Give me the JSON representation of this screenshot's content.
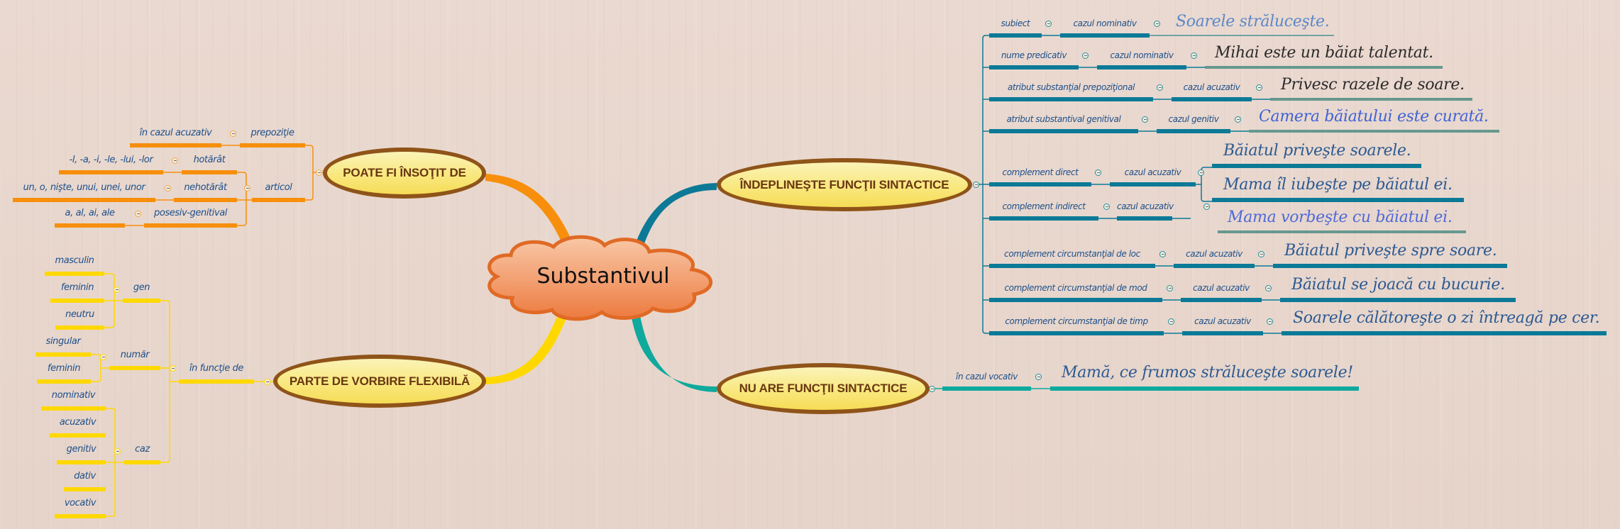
{
  "central": {
    "label": "Substantivul",
    "fill": "#f29a6a",
    "border": "#e06a25"
  },
  "colors": {
    "orange": "#f78f0c",
    "yellow": "#ffd800",
    "teal": "#0c7a97",
    "aqua": "#0fa99d",
    "label_text": "#1d4f8a",
    "topic_border": "#8f5419"
  },
  "topics": {
    "poate": {
      "label": "POATE FI ÎNSOŢIT DE"
    },
    "parte": {
      "label": "PARTE DE VORBIRE FLEXIBILĂ"
    },
    "indeplineste": {
      "label": "ÎNDEPLINEŞTE FUNCŢII SINTACTICE"
    },
    "nu_are": {
      "label": "NU ARE FUNCŢII SINTACTICE"
    }
  },
  "poate": {
    "prepozitie": {
      "label": "prepoziţie",
      "child": "în cazul acuzativ"
    },
    "articol": {
      "label": "articol",
      "children": [
        {
          "label": "hotărât",
          "child": "-l, -a, -i, -le, -lui, -lor"
        },
        {
          "label": "nehotărât",
          "child": "un, o, nişte, unui, unei, unor"
        },
        {
          "label": "posesiv-genitival",
          "child": "a, al, ai, ale"
        }
      ]
    }
  },
  "parte": {
    "in_functie": {
      "label": "în funcţie de"
    },
    "gen": {
      "label": "gen",
      "children": [
        "masculin",
        "feminin",
        "neutru"
      ]
    },
    "numar": {
      "label": "număr",
      "children": [
        "singular",
        "feminin"
      ]
    },
    "caz": {
      "label": "caz",
      "children": [
        "nominativ",
        "acuzativ",
        "genitiv",
        "dativ",
        "vocativ"
      ]
    }
  },
  "functii": [
    {
      "func": "subiect",
      "caz": "cazul nominativ",
      "examples": [
        "Soarele străluceşte."
      ],
      "color": "#5b88c9"
    },
    {
      "func": "nume predicativ",
      "caz": "cazul nominativ",
      "examples": [
        "Mihai este un băiat talentat."
      ],
      "color": "#2b2b2b"
    },
    {
      "func": "atribut substanţial prepoziţional",
      "caz": "cazul acuzativ",
      "examples": [
        "Privesc razele de soare."
      ],
      "color": "#2b2b2b"
    },
    {
      "func": "atribut substantival genitival",
      "caz": "cazul genitiv",
      "examples": [
        "Camera băiatului este curată."
      ],
      "color": "#3f63d6"
    },
    {
      "func": "complement direct",
      "caz": "cazul acuzativ",
      "examples": [
        "Băiatul priveşte soarele.",
        "Mama îl iubeşte pe băiatul ei."
      ],
      "color": "#2c5a92"
    },
    {
      "func": "complement indirect",
      "caz": "cazul acuzativ",
      "examples": [
        "Mama vorbeşte cu băiatul ei."
      ],
      "color": "#4f6ad8"
    },
    {
      "func": "complement circumstanţial de loc",
      "caz": "cazul acuzativ",
      "examples": [
        "Băiatul priveşte spre soare."
      ],
      "color": "#2c5a92"
    },
    {
      "func": "complement circumstanţial de mod",
      "caz": "cazul acuzativ",
      "examples": [
        "Băiatul se joacă cu bucurie."
      ],
      "color": "#2c5a92"
    },
    {
      "func": "complement circumstanţial de timp",
      "caz": "cazul acuzativ",
      "examples": [
        "Soarele călătoreşte o zi întreagă pe cer."
      ],
      "color": "#2c5a92"
    }
  ],
  "nu_are": {
    "label": "în cazul vocativ",
    "example": "Mamă, ce frumos străluceşte soarele!"
  }
}
